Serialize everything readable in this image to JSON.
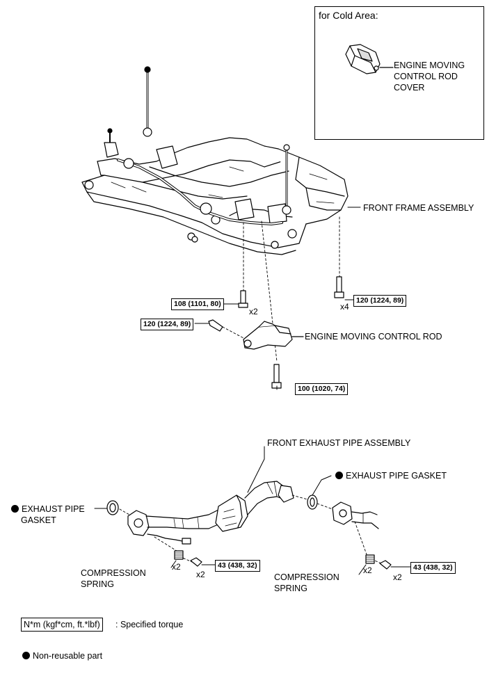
{
  "inset": {
    "title": "for Cold Area:",
    "cover_label": "ENGINE MOVING CONTROL ROD COVER"
  },
  "labels": {
    "front_frame": "FRONT FRAME ASSEMBLY",
    "engine_rod": "ENGINE MOVING CONTROL ROD",
    "front_exhaust": "FRONT EXHAUST PIPE ASSEMBLY",
    "gasket_right": "EXHAUST PIPE GASKET",
    "gasket_left_1": "EXHAUST PIPE",
    "gasket_left_2": "GASKET",
    "spring_left": "COMPRESSION SPRING",
    "spring_right": "COMPRESSION SPRING"
  },
  "torques": {
    "t108": "108 (1101, 80)",
    "t120_right": "120 (1224, 89)",
    "t120_left": "120 (1224, 89)",
    "t100": "100 (1020, 74)",
    "t43_left": "43 (438, 32)",
    "t43_right": "43 (438, 32)"
  },
  "multipliers": {
    "m108": "x2",
    "m120": "x4",
    "spring_left": "x2",
    "bolt_left": "x2",
    "spring_right": "x2",
    "bolt_right": "x2"
  },
  "legend": {
    "torque_box": "N*m (kgf*cm, ft.*lbf)",
    "torque_text": ": Specified torque",
    "nonreusable": "Non-reusable part"
  }
}
